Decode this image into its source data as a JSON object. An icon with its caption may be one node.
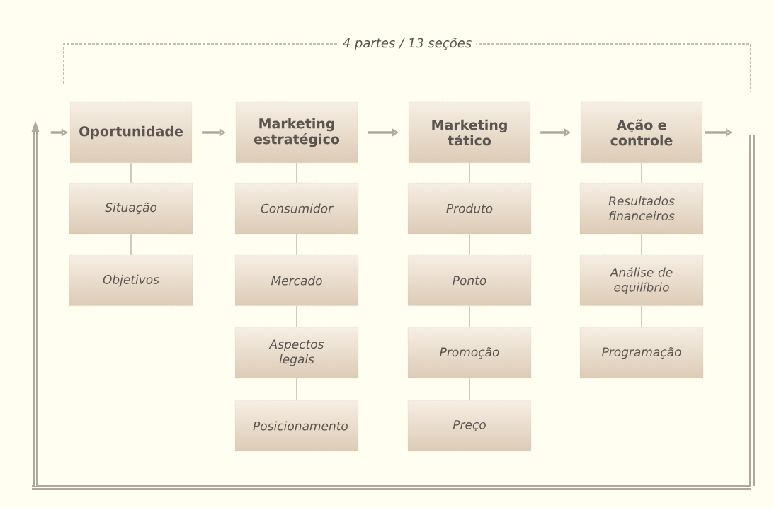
{
  "diagram": {
    "nodes": [
      {
        "text": [
          "Oportunidade"
        ]
      },
      {
        "text": [
          "Marketing estratégico"
        ]
      },
      {
        "text": [
          "Marketing tático"
        ]
      },
      {
        "text": [
          "Ação e controle"
        ]
      },
      {
        "text": [
          "Situação"
        ]
      },
      {
        "text": [
          "Objetivos"
        ]
      },
      {
        "text": [
          "Consumidor"
        ]
      },
      {
        "text": [
          "Mercado"
        ]
      },
      {
        "text": [
          "Aspectos legais"
        ]
      },
      {
        "text": [
          "Posicionamento"
        ]
      },
      {
        "text": [
          "Produto"
        ]
      },
      {
        "text": [
          "Ponto"
        ]
      },
      {
        "text": [
          "Promoção"
        ]
      },
      {
        "text": [
          "Preço"
        ]
      },
      {
        "text": [
          "Resultados financeiros"
        ]
      },
      {
        "text": [
          "Análise de equilíbrio"
        ]
      },
      {
        "text": [
          "Programação"
        ]
      }
    ],
    "edges": [
      {
        "from": null,
        "to": 0,
        "arrow": "to",
        "style": "thick"
      },
      {
        "from": 0,
        "to": 1,
        "arrow": "to",
        "style": "thick"
      },
      {
        "from": 1,
        "to": 2,
        "arrow": "to",
        "style": "thick"
      },
      {
        "from": 2,
        "to": 3,
        "arrow": "to",
        "style": "thick"
      },
      {
        "from": 3,
        "to": null,
        "arrow": "to",
        "style": "thick"
      },
      {
        "from": 0,
        "to": 4,
        "arrow": "none"
      },
      {
        "from": 4,
        "to": 5,
        "arrow": "none"
      },
      {
        "from": 1,
        "to": 6,
        "arrow": "none"
      },
      {
        "from": 6,
        "to": 7,
        "arrow": "none"
      },
      {
        "from": 7,
        "to": 8,
        "arrow": "none"
      },
      {
        "from": 8,
        "to": 9,
        "arrow": "none"
      },
      {
        "from": 2,
        "to": 10,
        "arrow": "none"
      },
      {
        "from": 10,
        "to": 11,
        "arrow": "none"
      },
      {
        "from": 11,
        "to": 12,
        "arrow": "none"
      },
      {
        "from": 12,
        "to": 13,
        "arrow": "none"
      },
      {
        "from": 3,
        "to": 14,
        "arrow": "none"
      },
      {
        "from": 14,
        "to": 15,
        "arrow": "none"
      },
      {
        "from": 15,
        "to": 16,
        "arrow": "none"
      }
    ],
    "labels": [
      "4 partes / 13 seções"
    ]
  }
}
